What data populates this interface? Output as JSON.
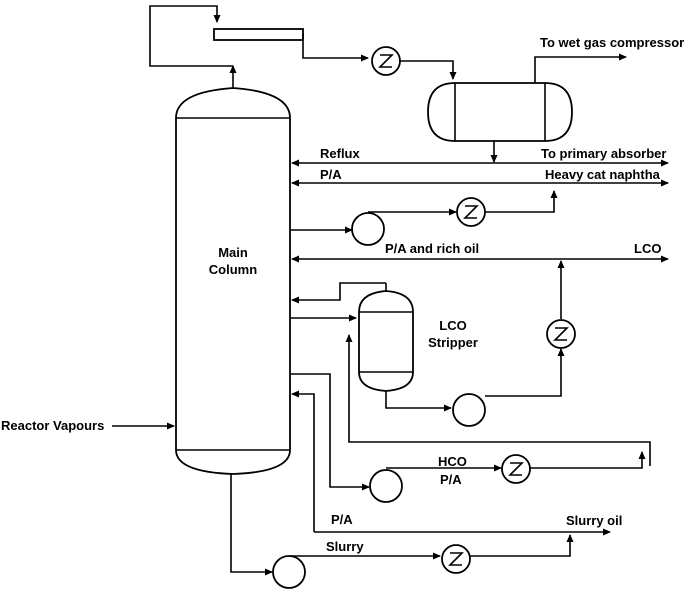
{
  "labels": {
    "main_column_line1": "Main",
    "main_column_line2": "Column",
    "reactor_vapours": "Reactor Vapours",
    "to_wet_gas_compressor": "To wet gas compressor",
    "reflux": "Reflux",
    "to_primary_absorber": "To primary absorber",
    "pa_top": "P/A",
    "heavy_cat_naphtha": "Heavy cat naphtha",
    "pa_and_rich_oil": "P/A and rich oil",
    "lco": "LCO",
    "lco_stripper_line1": "LCO",
    "lco_stripper_line2": "Stripper",
    "hco": "HCO",
    "pa_hco": "P/A",
    "pa_bottom": "P/A",
    "slurry_oil": "Slurry oil",
    "slurry": "Slurry"
  },
  "colors": {
    "line": "#000000",
    "background": "#ffffff"
  }
}
